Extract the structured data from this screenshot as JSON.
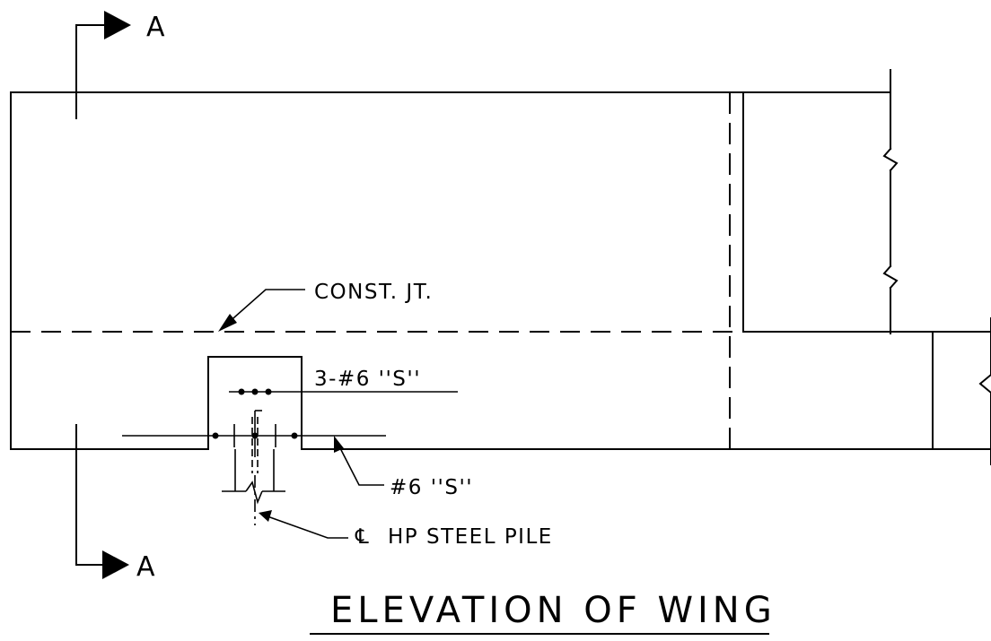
{
  "drawing": {
    "title": "ELEVATION OF WING",
    "section_marker": "A",
    "labels": {
      "construction_joint": "CONST. JT.",
      "top_bars": "3-#6 ''S''",
      "bottom_bar": "#6 ''S''",
      "pile_centerline": "HP STEEL PILE",
      "centerline_symbol": "℄"
    }
  }
}
